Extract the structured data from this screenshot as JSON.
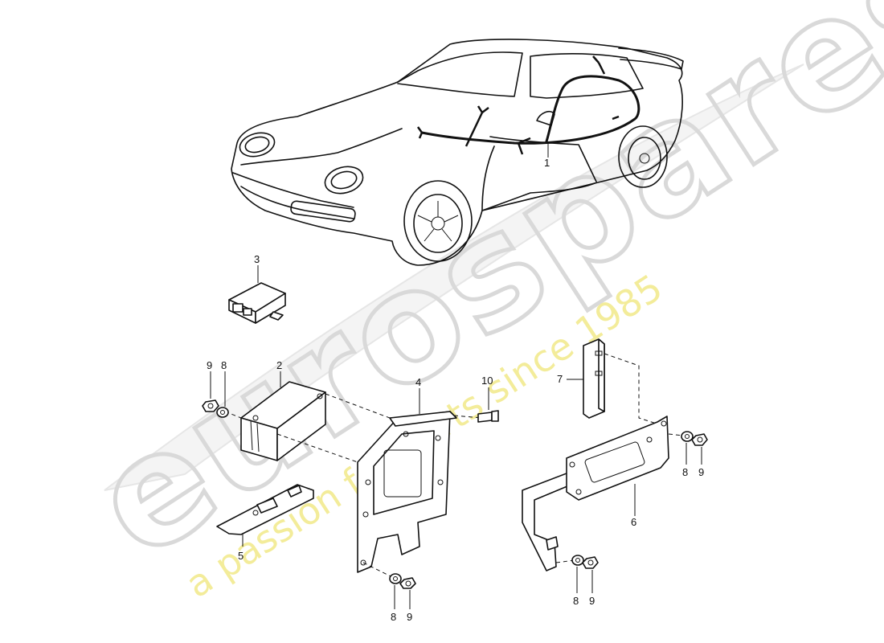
{
  "watermark": {
    "brand": "eurospares",
    "tagline": "a passion for parts since 1985",
    "color_outline": "#d9d9d9",
    "color_tagline": "#f3ec9a"
  },
  "callouts": {
    "c1": "1",
    "c2": "2",
    "c3": "3",
    "c4": "4",
    "c5": "5",
    "c6": "6",
    "c7": "7",
    "c8a": "8",
    "c9a": "9",
    "c10": "10",
    "c8b": "8",
    "c9b": "9",
    "c8c": "8",
    "c9c": "9",
    "c8d": "8",
    "c9d": "9"
  }
}
